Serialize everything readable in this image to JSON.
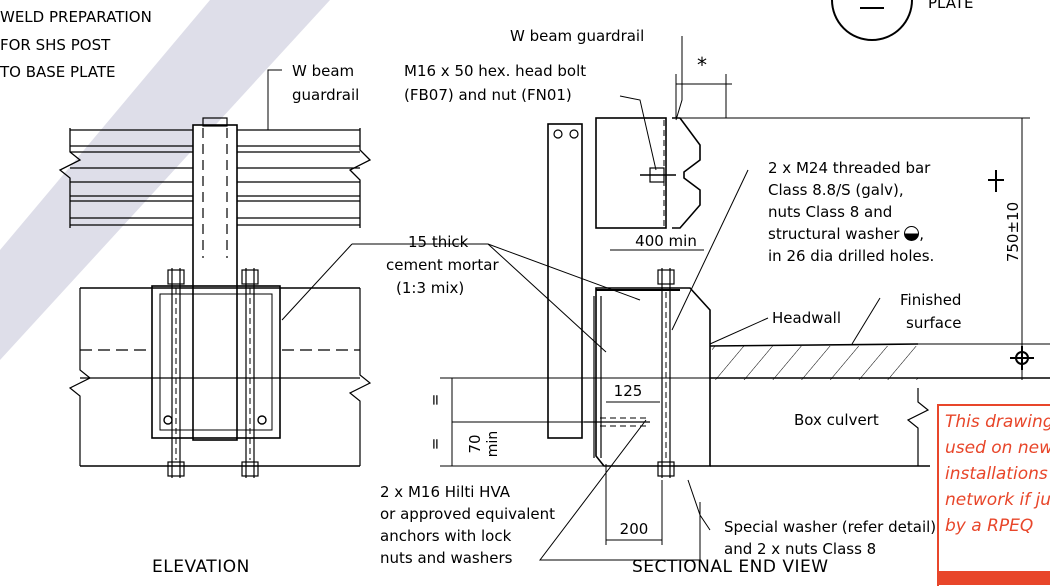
{
  "colors": {
    "drawing": "#000000",
    "note": "#e8462a",
    "watermark": "#dcdce8"
  },
  "top_left_note": [
    "WELD PREPARATION",
    "FOR SHS POST",
    "TO BASE PLATE"
  ],
  "top_right_symbol": {
    "label": "PLATE"
  },
  "elevation": {
    "title": "ELEVATION",
    "guardrail_label": [
      "W beam",
      "guardrail"
    ],
    "mortar_label": [
      "15 thick",
      "cement mortar",
      "(1:3 mix)"
    ],
    "anchor_label": [
      "2 x M16 Hilti HVA",
      "or approved equivalent",
      "anchors with lock",
      "nuts and washers"
    ]
  },
  "section": {
    "title": "SECTIONAL END VIEW",
    "guardrail_label": "W beam guardrail",
    "bolt_label": [
      "M16 x 50 hex. head bolt",
      "(FB07) and nut (FN01)"
    ],
    "threaded_bar_label": [
      "2 x M24 threaded bar",
      "Class 8.8/S (galv),",
      "nuts Class 8 and",
      "structural washer",
      "in 26 dia drilled holes."
    ],
    "washer_symbol_trailer": ",",
    "headwall_label": "Headwall",
    "finished_surface_label": [
      "Finished",
      "surface"
    ],
    "box_culvert_label": "Box culvert",
    "special_washer_label": [
      "Special washer (refer detail)",
      "and 2 x nuts Class 8"
    ],
    "dims": {
      "star": "*",
      "min400": "400 min",
      "d125": "125",
      "d70": "70",
      "min": "min",
      "d200": "200",
      "height": "750±10",
      "equal": "="
    }
  },
  "note": [
    "This drawing",
    "used on new",
    "installations",
    "network if ju",
    "by a RPEQ"
  ]
}
